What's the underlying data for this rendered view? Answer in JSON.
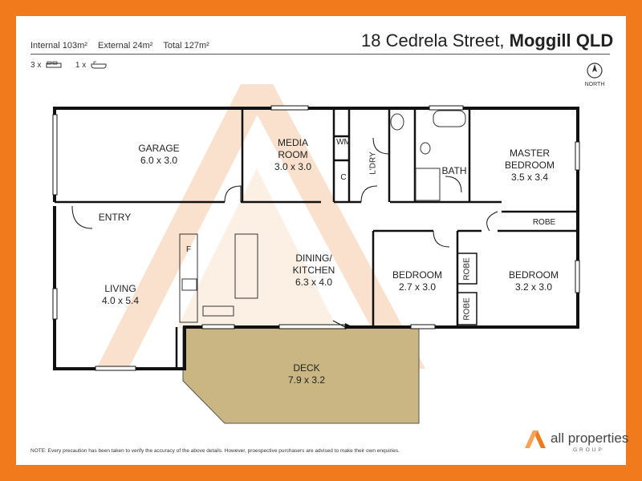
{
  "header": {
    "internal": "Internal 103m²",
    "external": "External 24m²",
    "total": "Total 127m²",
    "beds": "3 x",
    "baths": "1 x",
    "address": "18 Cedrela Street,",
    "suburb": "Moggill QLD",
    "north": "NORTH"
  },
  "rooms": {
    "garage": {
      "name": "GARAGE",
      "dims": "6.0 x 3.0"
    },
    "media": {
      "name1": "MEDIA",
      "name2": "ROOM",
      "dims": "3.0 x 3.0"
    },
    "wm": "WM",
    "c": "C",
    "ldry": "L'DRY",
    "bath": "BATH",
    "master": {
      "name1": "MASTER",
      "name2": "BEDROOM",
      "dims": "3.5 x 3.4"
    },
    "robe_master": "ROBE",
    "entry": "ENTRY",
    "living": {
      "name": "LIVING",
      "dims": "4.0 x 5.4"
    },
    "fridge": "F",
    "dining": {
      "name1": "DINING/",
      "name2": "KITCHEN",
      "dims": "6.3 x 4.0"
    },
    "bedroom2": {
      "name": "BEDROOM",
      "dims": "2.7 x 3.0"
    },
    "robe2": "ROBE",
    "robe3": "ROBE",
    "bedroom3": {
      "name": "BEDROOM",
      "dims": "3.2 x 3.0"
    },
    "deck": {
      "name": "DECK",
      "dims": "7.9 x 3.2"
    }
  },
  "footer": {
    "note": "NOTE: Every precaution has been taken to verify the accuracy of the above details. However, proespective purchasers are advised to make their own enquiries.",
    "logo_main": "all properties",
    "logo_sub": "GROUP"
  },
  "colors": {
    "border": "#f07a1c",
    "deck": "#c9b682",
    "watermark": "#f6c9a6",
    "wall": "#111111"
  }
}
